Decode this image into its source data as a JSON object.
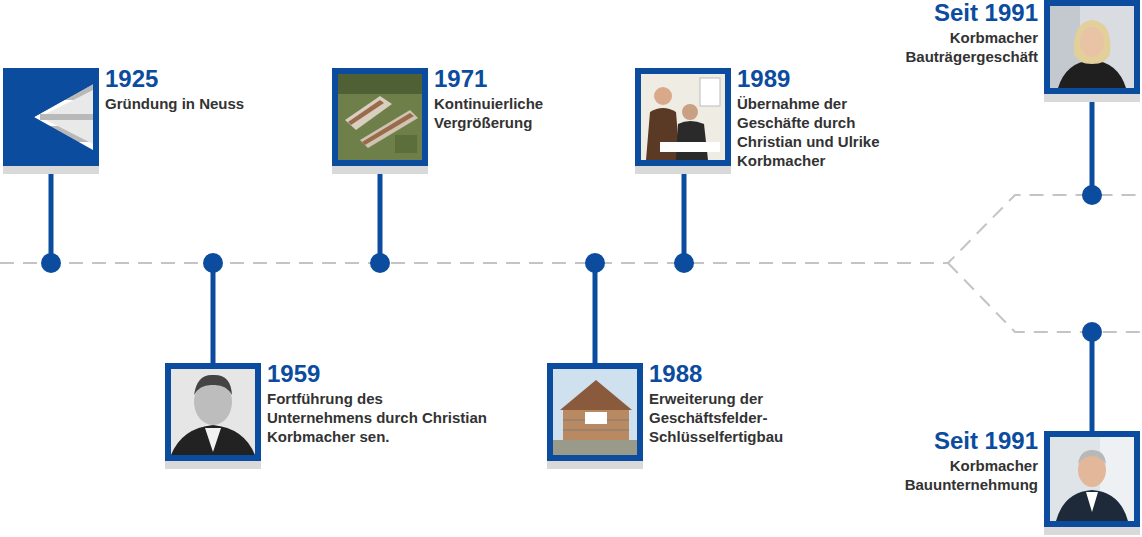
{
  "diagram": {
    "nodes": [
      {
        "text": [
          "1925",
          "Gründung in Neuss"
        ]
      },
      {
        "text": [
          "1959",
          "Fortführung des Unternehmens durch Christian Korbmacher sen."
        ]
      },
      {
        "text": [
          "1971",
          "Kontinuierliche Vergrößerung"
        ]
      },
      {
        "text": [
          "1988",
          "Erweiterung der Geschäftsfelder- Schlüsselfertigbau"
        ]
      },
      {
        "text": [
          "1989",
          "Übernahme der Geschäfte durch Christian und Ulrike Korbmacher"
        ]
      },
      {
        "text": [
          "Seit 1991",
          "Korbmacher Bauträgergeschäft"
        ]
      },
      {
        "text": [
          "Seit 1991",
          "Korbmacher Bauunternehmung"
        ]
      }
    ]
  }
}
